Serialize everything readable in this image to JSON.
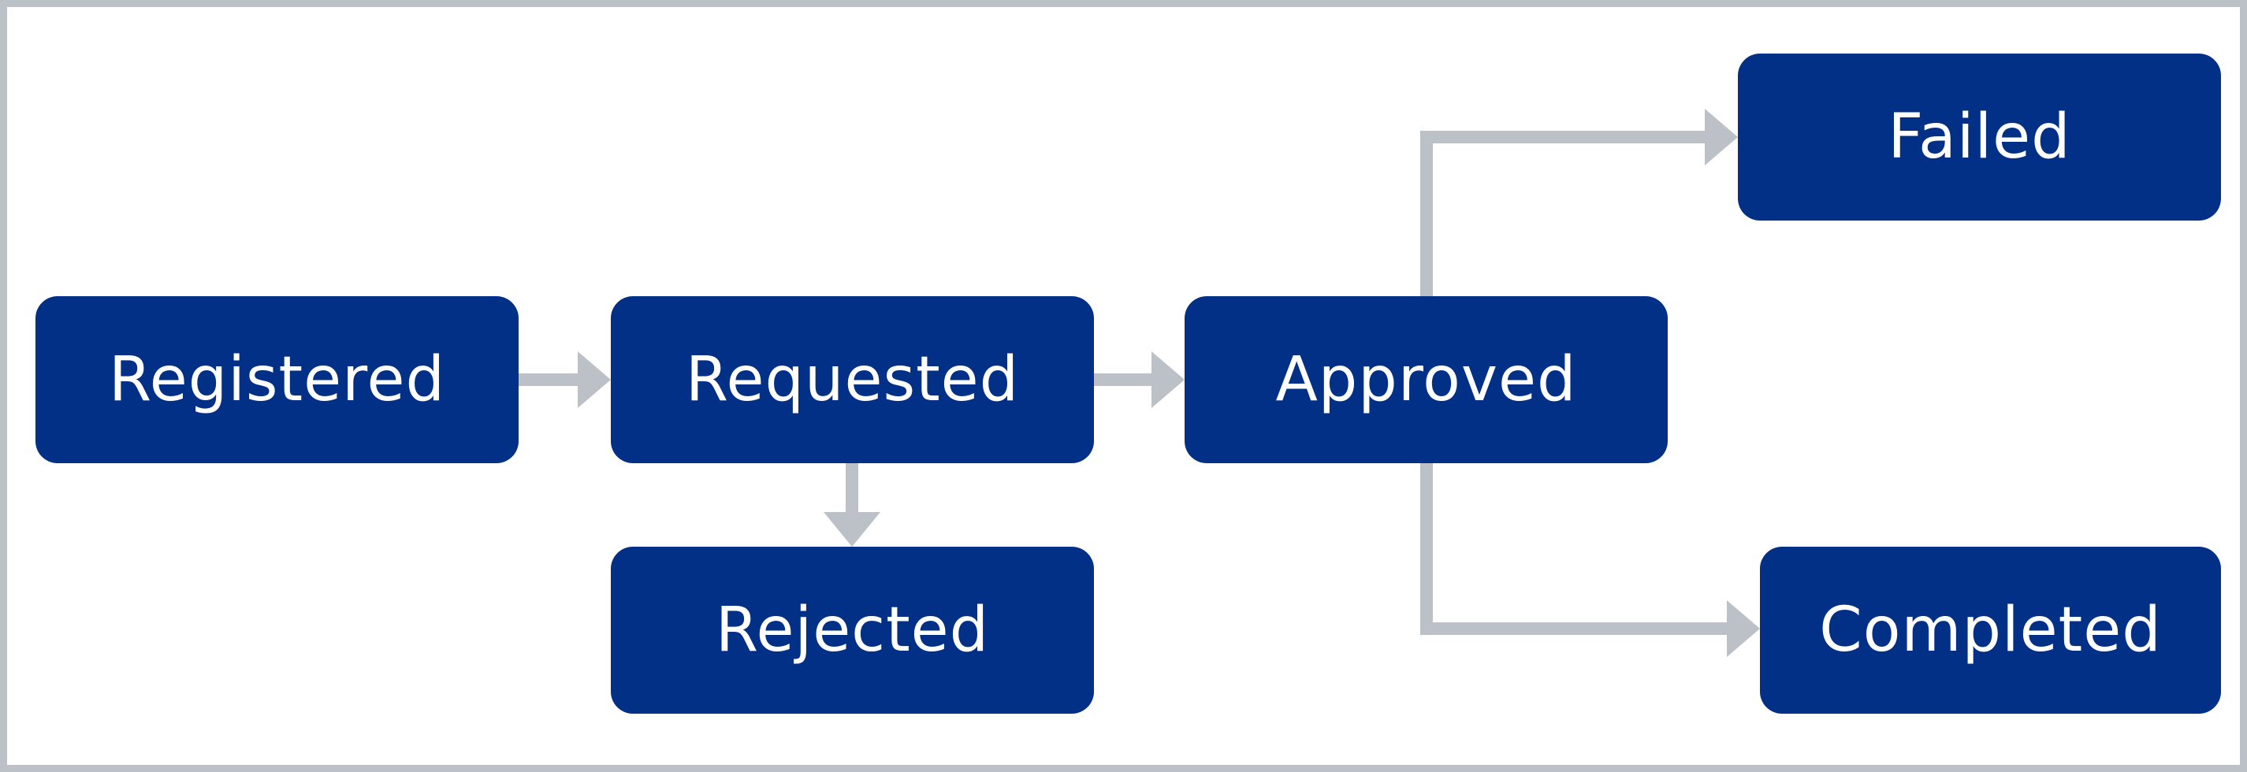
{
  "diagram": {
    "nodes": {
      "registered": "Registered",
      "requested": "Requested",
      "approved": "Approved",
      "rejected": "Rejected",
      "failed": "Failed",
      "completed": "Completed"
    },
    "edges": [
      {
        "from": "registered",
        "to": "requested"
      },
      {
        "from": "requested",
        "to": "approved"
      },
      {
        "from": "requested",
        "to": "rejected"
      },
      {
        "from": "approved",
        "to": "failed"
      },
      {
        "from": "approved",
        "to": "completed"
      }
    ],
    "colors": {
      "node_fill": "#033087",
      "node_text": "#ffffff",
      "connector": "#bcc1c7",
      "frame_border": "#bcc1c7",
      "background": "#ffffff"
    }
  }
}
